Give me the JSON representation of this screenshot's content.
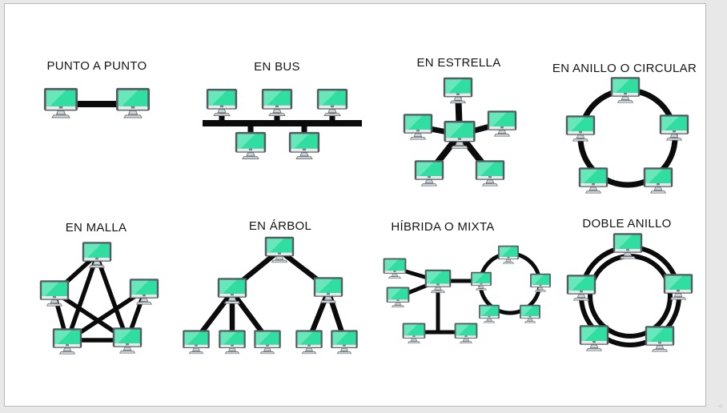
{
  "document": {
    "kind": "network-topologies-diagram",
    "language": "es"
  },
  "colors": {
    "page_bg": "#e8e8e8",
    "canvas_bg": "#ffffff",
    "canvas_border": "#b9b9b9",
    "title_color": "#151515",
    "line": "#0b0b0b",
    "screen": "#30dea2",
    "screen_highlight": "#7deec6",
    "frame": "#545b61",
    "bezel": "#e7eaeb",
    "stand": "#cfd4d6",
    "stand_edge": "#6b7278"
  },
  "icon_legend": {
    "computer": "teal desktop monitor icon"
  },
  "grip_glyph": "⁘",
  "topologies": [
    {
      "id": "punto-a-punto",
      "title": "PUNTO A PUNTO",
      "computers": 2,
      "links": 1,
      "shape": "two nodes joined by one line"
    },
    {
      "id": "en-bus",
      "title": "EN BUS",
      "computers": 5,
      "links": 5,
      "shape": "horizontal bus, 3 nodes above, 2 below"
    },
    {
      "id": "en-estrella",
      "title": "EN ESTRELLA",
      "computers": 6,
      "links": 5,
      "shape": "central hub with 5 satellites"
    },
    {
      "id": "en-anillo",
      "title": "EN ANILLO O CIRCULAR",
      "computers": 5,
      "links": 1,
      "shape": "5 nodes on a single ring"
    },
    {
      "id": "en-malla",
      "title": "EN MALLA",
      "computers": 5,
      "links": 8,
      "shape": "pentagon mesh with crossing links"
    },
    {
      "id": "en-arbol",
      "title": "EN ÁRBOL",
      "computers": 8,
      "links": 7,
      "shape": "root, 2 branches, 3+2 leaves"
    },
    {
      "id": "hibrida",
      "title": "HÍBRIDA O MIXTA",
      "computers": 10,
      "links": 5,
      "shape": "star + bus joined to a 5-node ring"
    },
    {
      "id": "doble-anillo",
      "title": "DOBLE ANILLO",
      "computers": 5,
      "links": 2,
      "shape": "5 nodes on two concentric rings"
    }
  ]
}
